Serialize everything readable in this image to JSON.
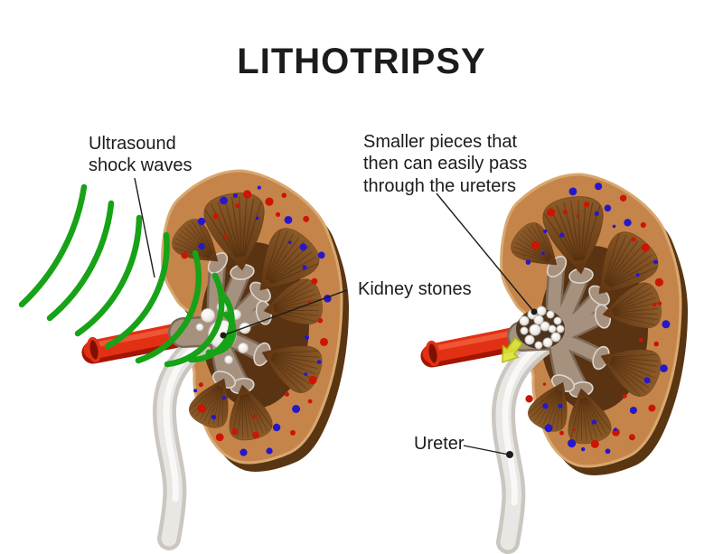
{
  "title": "LITHOTRIPSY",
  "labels": {
    "shock_waves": "Ultrasound\nshock waves",
    "smaller_pieces": "Smaller pieces that\nthen can easily pass\nthrough the ureters",
    "kidney_stones": "Kidney stones",
    "ureter": "Ureter"
  },
  "colors": {
    "background": "#ffffff",
    "text": "#1c1c1c",
    "green": "#17a217",
    "artery": "#e23014",
    "artery-dark": "#a31503",
    "ureter-gray": "#cbc6c0",
    "cortex": "#c5854a",
    "rim": "#5a3512",
    "capsule": "#d8a870",
    "pyramid-light": "#8d5c2a",
    "pyramid-dark": "#5f3411",
    "pelvis": "#a6917f",
    "pelvis-dark": "#7c6856",
    "sinus": "#5a3312",
    "stone": "#ffffff",
    "dot-red": "#cc1504",
    "dot-blue": "#2617cc",
    "arrow": "#dbe63a"
  }
}
